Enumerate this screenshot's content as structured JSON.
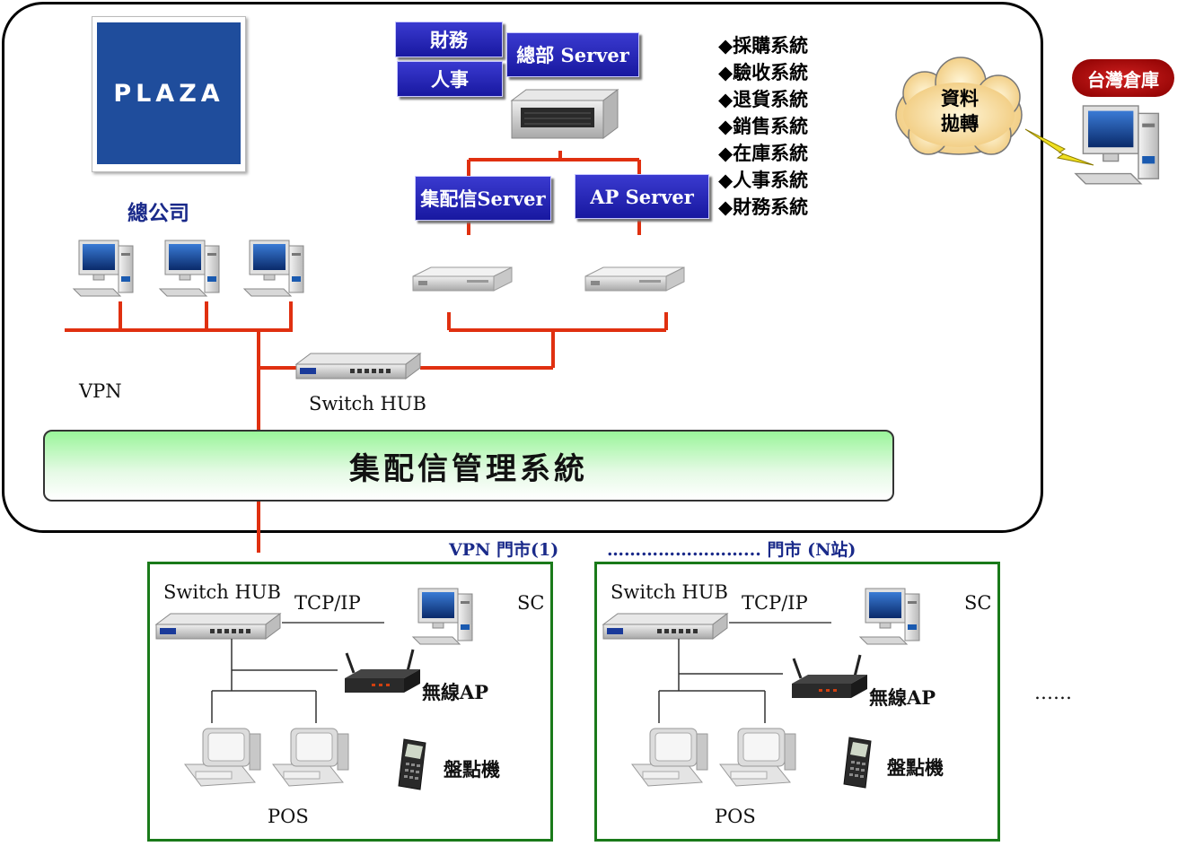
{
  "hq": {
    "logo_text": "PLAZA",
    "company_label": "總公司",
    "vpn_label": "VPN",
    "switch_hub_label": "Switch HUB",
    "mgmt_system": "集配信管理系統"
  },
  "servers": {
    "finance": "財務",
    "hr": "人事",
    "hq_server": "總部 Server",
    "jpx_server": "集配信Server",
    "ap_server": "AP Server"
  },
  "systems": [
    "◆採購系統",
    "◆驗收系統",
    "◆退貨系統",
    "◆銷售系統",
    "◆在庫系統",
    "◆人事系統",
    "◆財務系統"
  ],
  "warehouse": {
    "cloud_line1": "資料",
    "cloud_line2": "拋轉",
    "badge": "台灣倉庫"
  },
  "store_header": {
    "left": "VPN 門市(1)",
    "right": "……………………... 門市 (N站)"
  },
  "stores": [
    {
      "switch_hub": "Switch HUB",
      "tcpip": "TCP/IP",
      "sc": "SC",
      "ap": "無線AP",
      "scanner": "盤點機",
      "pos": "POS"
    },
    {
      "switch_hub": "Switch HUB",
      "tcpip": "TCP/IP",
      "sc": "SC",
      "ap": "無線AP",
      "scanner": "盤點機",
      "pos": "POS"
    }
  ],
  "more": "……",
  "colors": {
    "network_line": "#e03010",
    "store_border": "#1a7a1a",
    "server_box": "#2020b0"
  }
}
